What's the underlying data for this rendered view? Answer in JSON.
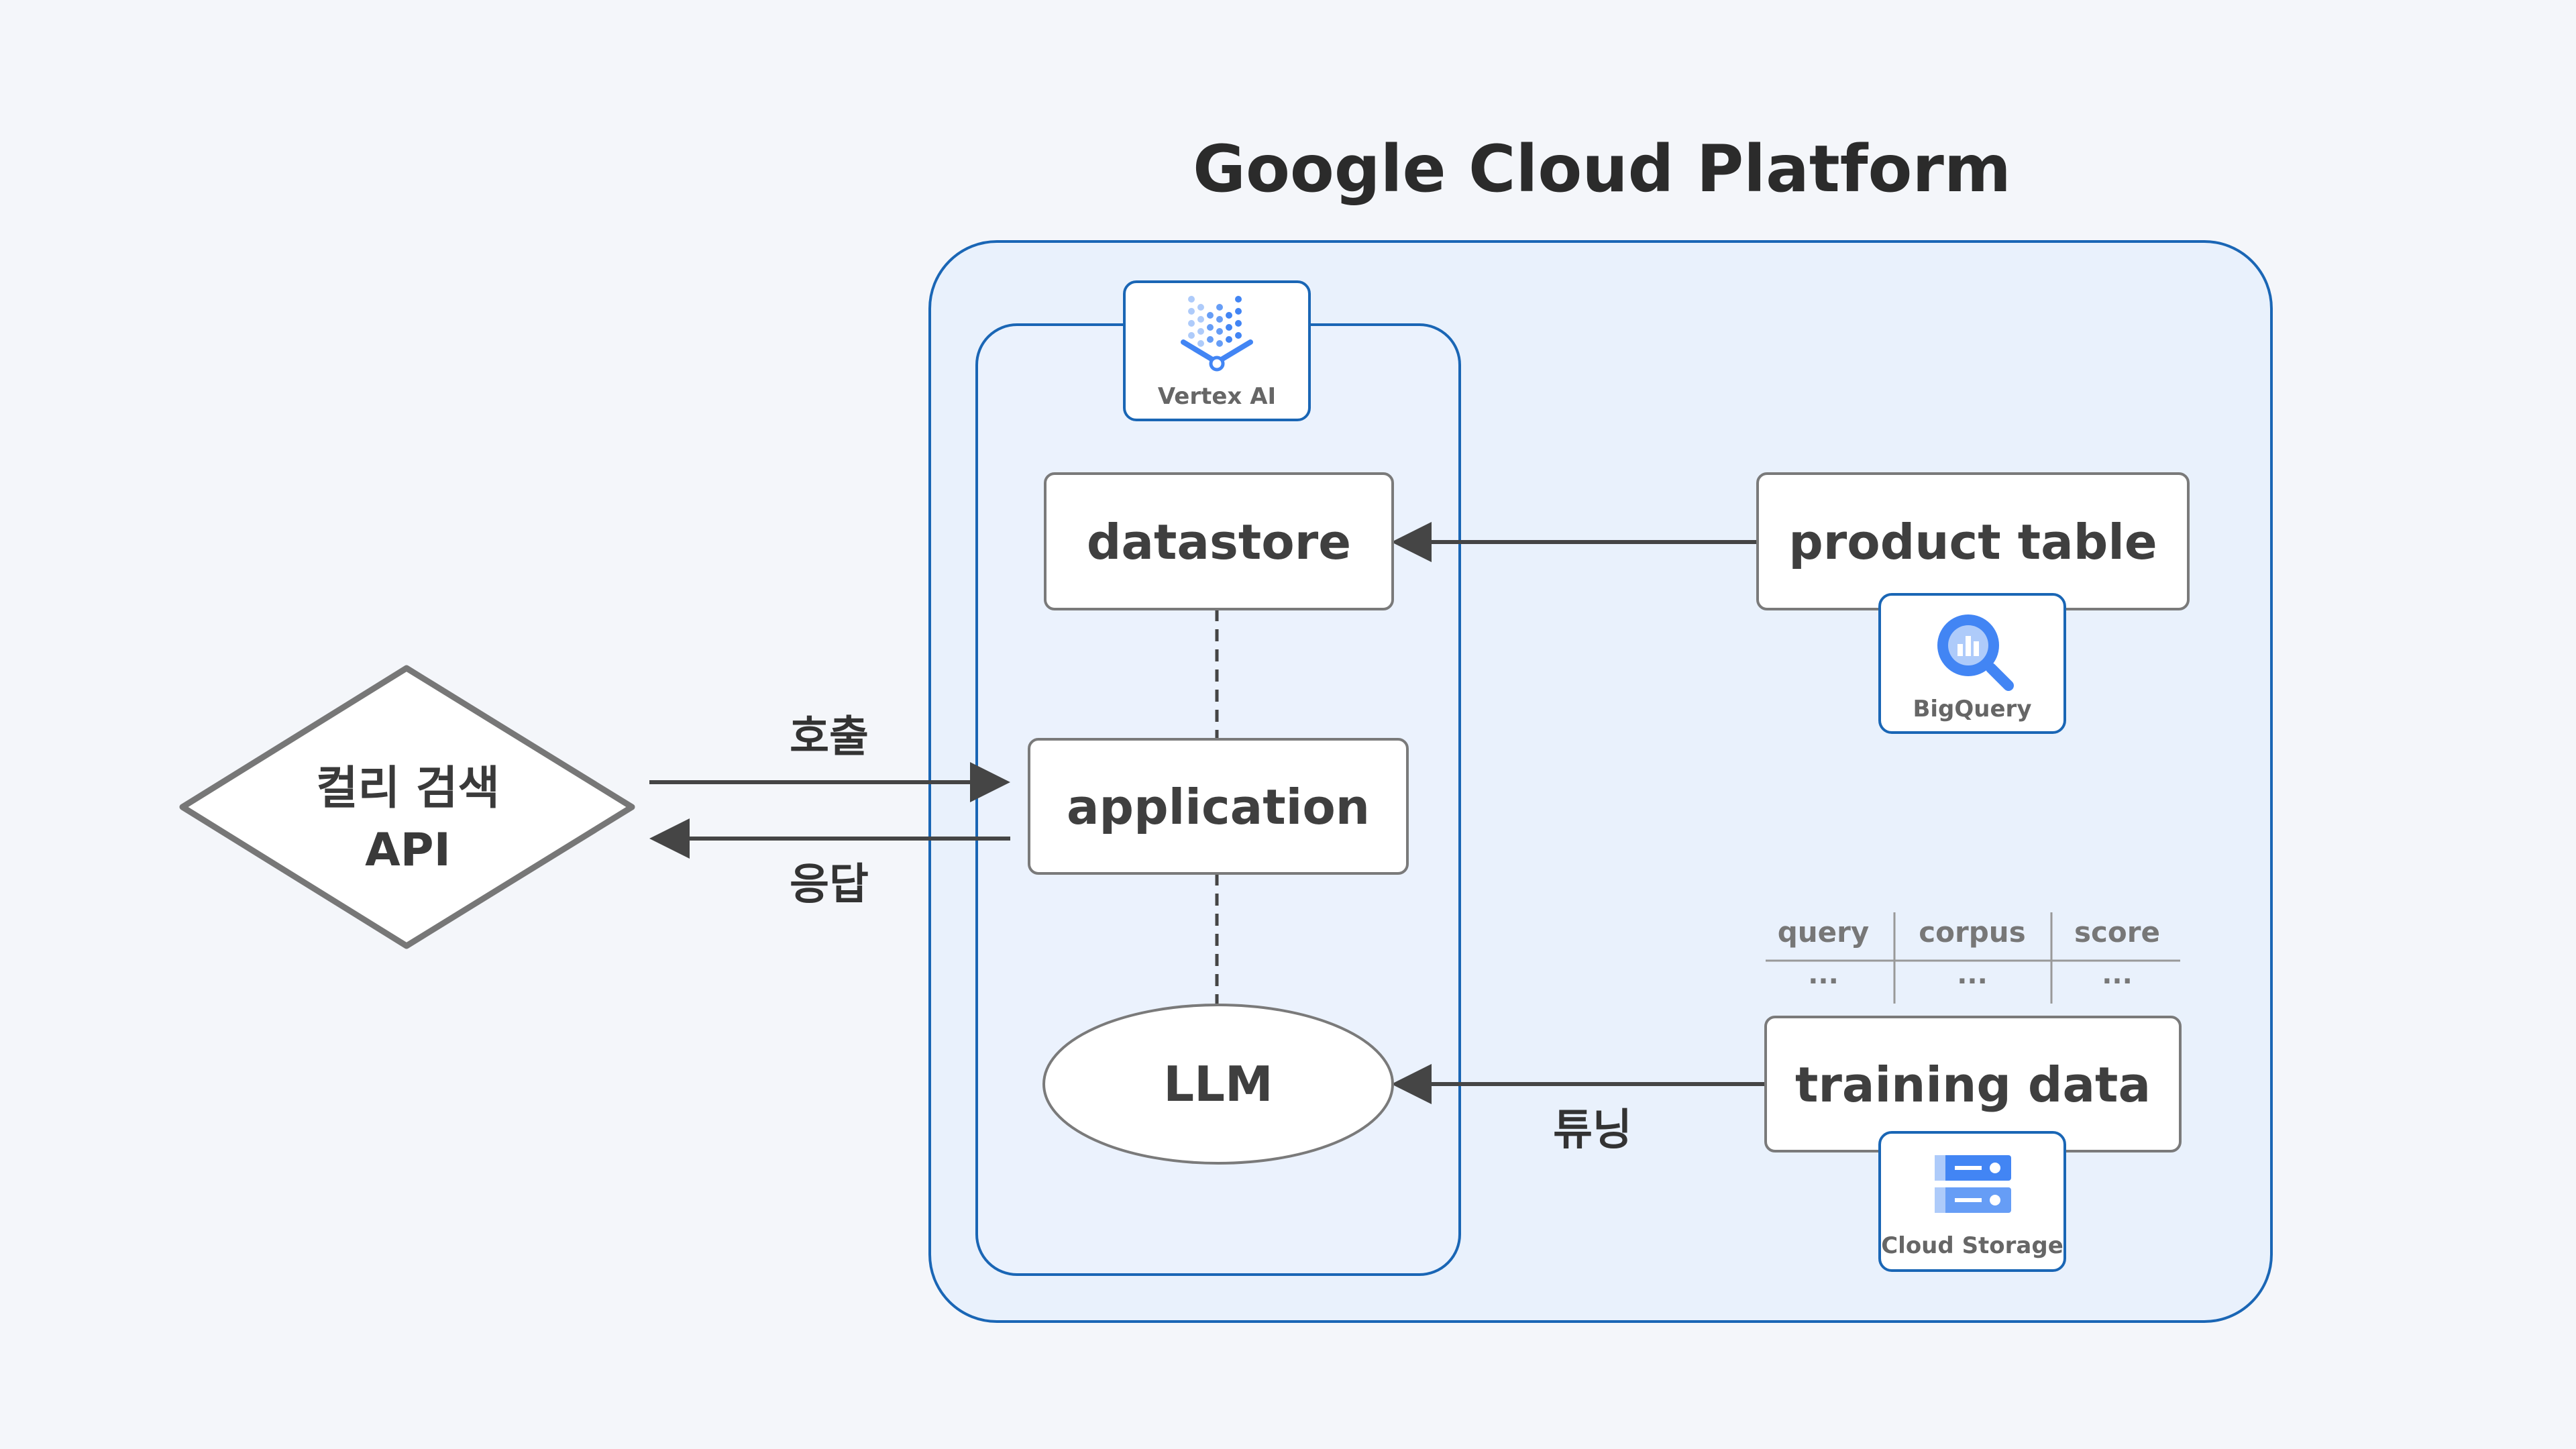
{
  "title": "Google Cloud Platform",
  "api": {
    "line1": "컬리 검색",
    "line2": "API"
  },
  "nodes": {
    "datastore": "datastore",
    "application": "application",
    "llm": "LLM",
    "product_table": "product table",
    "training_data": "training data"
  },
  "badges": {
    "vertex_ai": "Vertex AI",
    "bigquery": "BigQuery",
    "cloud_storage": "Cloud Storage"
  },
  "edges": {
    "call": "호출",
    "response": "응답",
    "tuning": "튜닝"
  },
  "training_table": {
    "columns": [
      "query",
      "corpus",
      "score"
    ],
    "row": [
      "···",
      "···",
      "···"
    ]
  },
  "colors": {
    "background": "#f4f6fa",
    "gcp_border": "#1a66b5",
    "gcp_fill": "#e9f1fc",
    "google_blue": "#4285f4",
    "google_blue_light": "#aecbfa"
  }
}
